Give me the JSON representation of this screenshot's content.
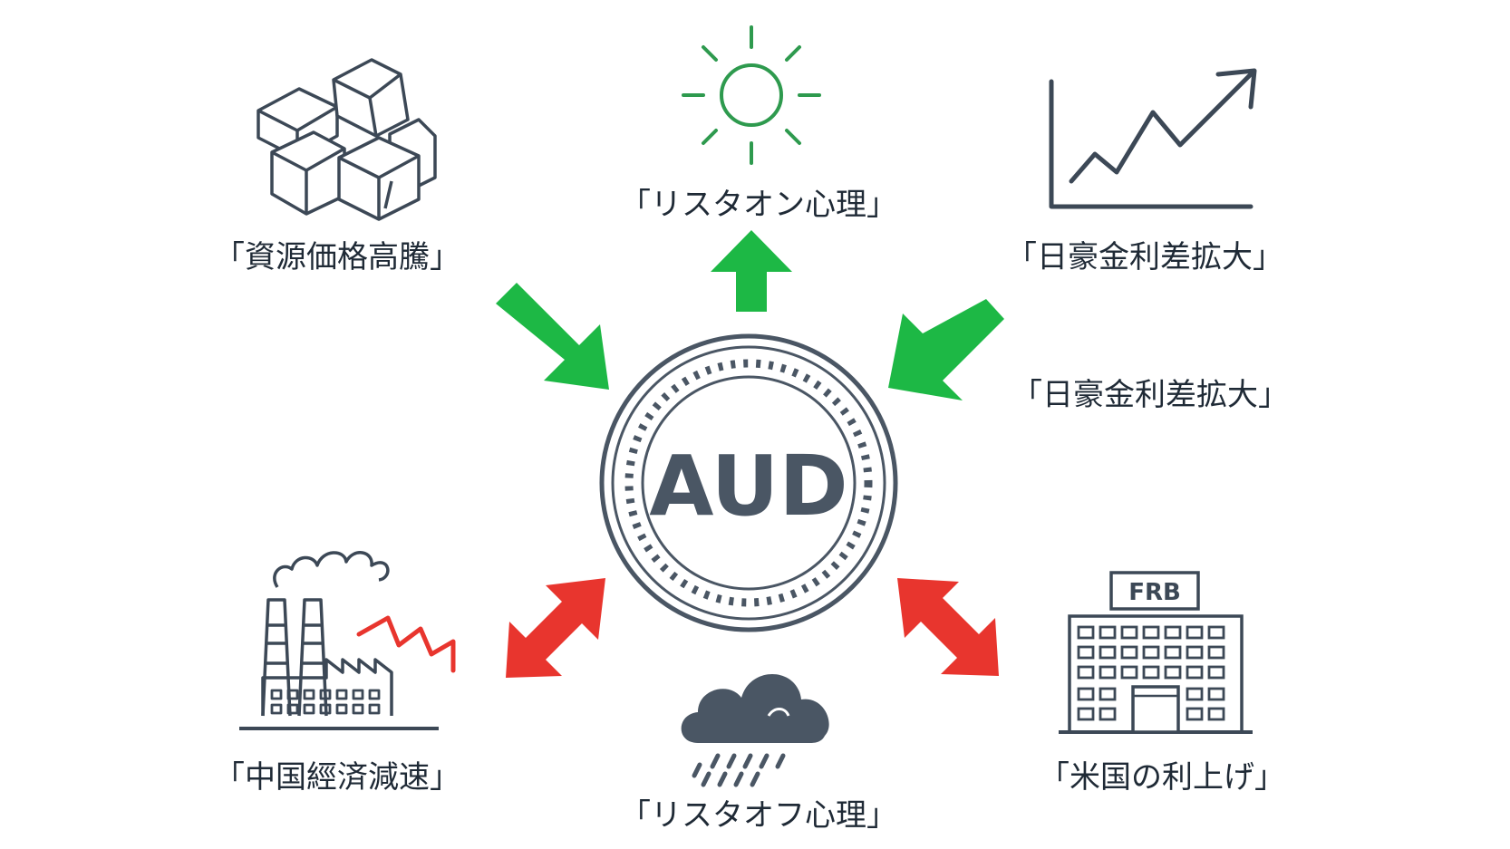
{
  "center": {
    "label": "AUD"
  },
  "factors": {
    "resources": {
      "label": "「資源価格高騰」",
      "icon": "ore-blocks-icon"
    },
    "risk_on": {
      "label": "「リスタオン心理」",
      "icon": "sun-icon"
    },
    "rate_diff_top": {
      "label": "「日豪金利差拡大」",
      "icon": "rising-chart-icon"
    },
    "rate_diff_mid": {
      "label": "「日豪金利差拡大」"
    },
    "china": {
      "label": "「中国經済減速」",
      "icon": "factory-icon"
    },
    "risk_off": {
      "label": "「リスタオフ心理」",
      "icon": "rain-cloud-icon"
    },
    "us_hike": {
      "label": "「米国の利上げ」",
      "icon": "frb-building-icon"
    },
    "frb_sign": "FRB"
  },
  "colors": {
    "positive": "#1db845",
    "negative": "#e8352e",
    "sun": "#2e9a4e",
    "line": "#3c4856",
    "cloud": "#4a5664",
    "text": "#1f2a36"
  }
}
